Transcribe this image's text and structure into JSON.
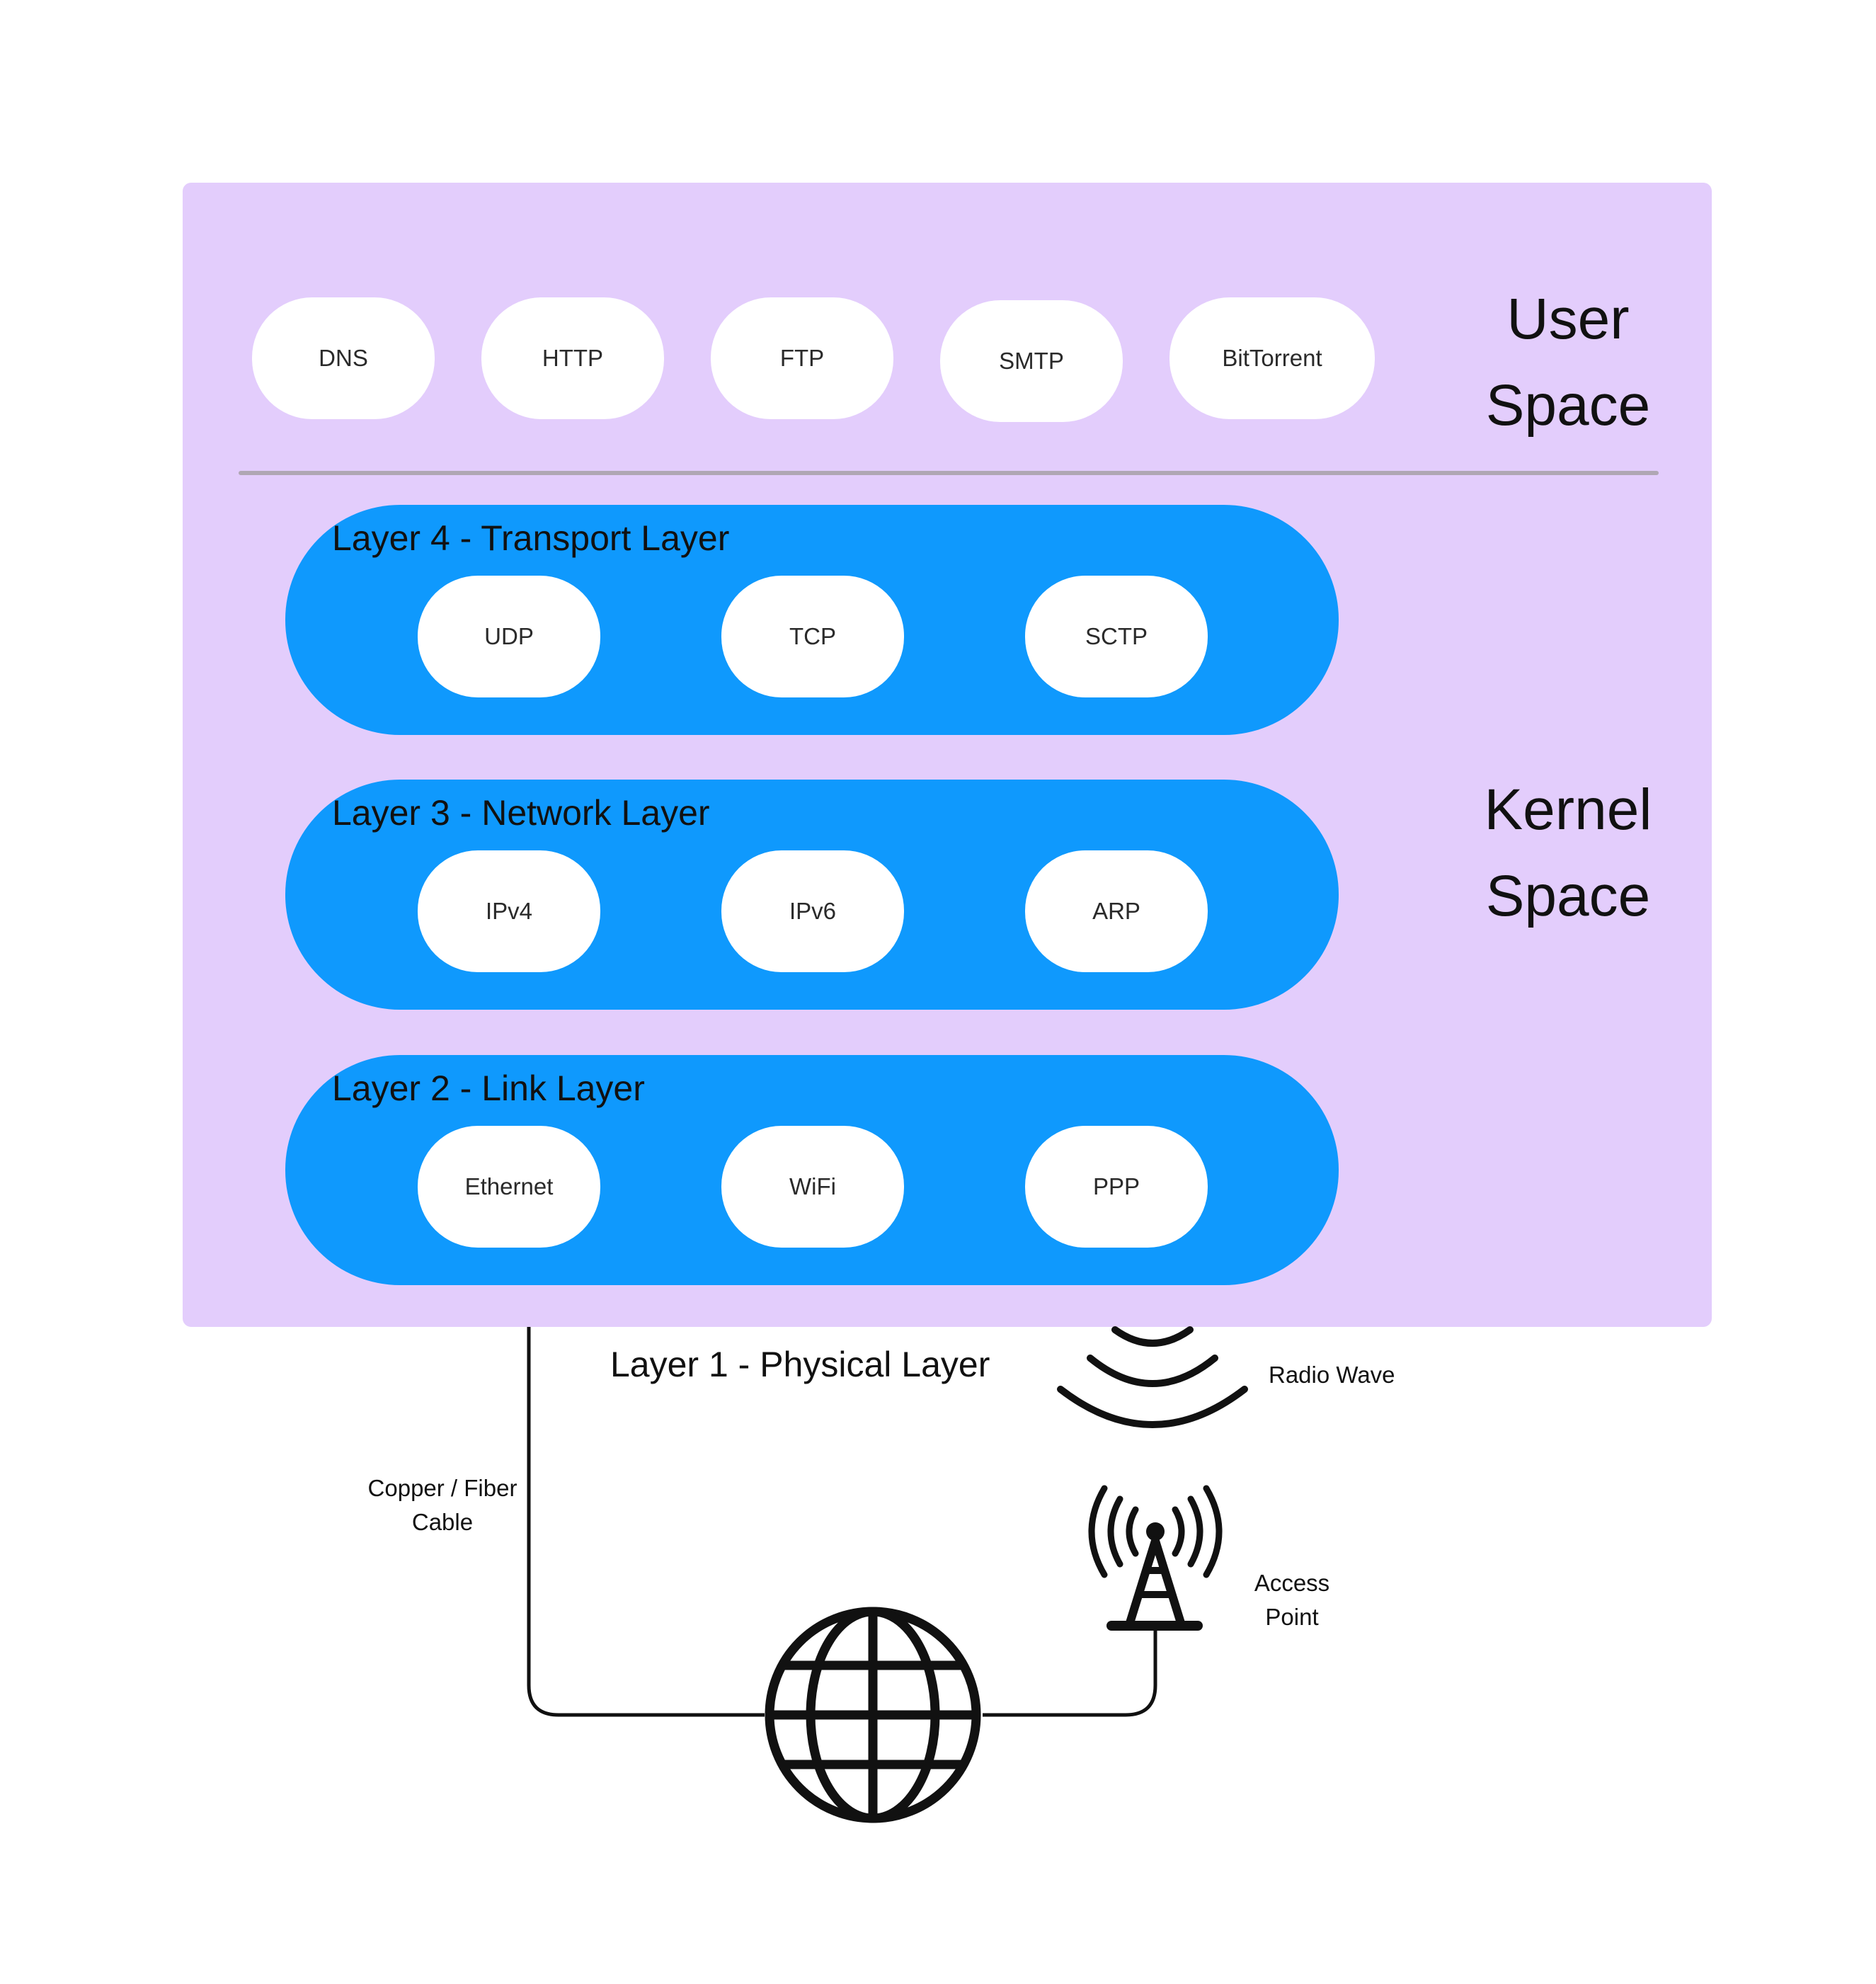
{
  "user_space_protocols": [
    "DNS",
    "HTTP",
    "FTP",
    "SMTP",
    "BitTorrent"
  ],
  "user_space_label": {
    "line1": "User",
    "line2": "Space"
  },
  "kernel_space_label": {
    "line1": "Kernel",
    "line2": "Space"
  },
  "layers": [
    {
      "title": "Layer 4 - Transport Layer",
      "protocols": [
        "UDP",
        "TCP",
        "SCTP"
      ]
    },
    {
      "title": "Layer 3 - Network Layer",
      "protocols": [
        "IPv4",
        "IPv6",
        "ARP"
      ]
    },
    {
      "title": "Layer 2 - Link Layer",
      "protocols": [
        "Ethernet",
        "WiFi",
        "PPP"
      ]
    }
  ],
  "physical_layer": {
    "title": "Layer 1 - Physical Layer",
    "cable_label": {
      "line1": "Copper / Fiber",
      "line2": "Cable"
    },
    "radio_label": "Radio Wave",
    "access_point_label": {
      "line1": "Access",
      "line2": "Point"
    }
  },
  "icons": [
    "radio-wave-icon",
    "antenna-tower-icon",
    "globe-icon"
  ],
  "colors": {
    "panel": "#e3cdfc",
    "layer": "#0f99fd",
    "pill": "#ffffff",
    "divider": "#b0a7b4"
  }
}
